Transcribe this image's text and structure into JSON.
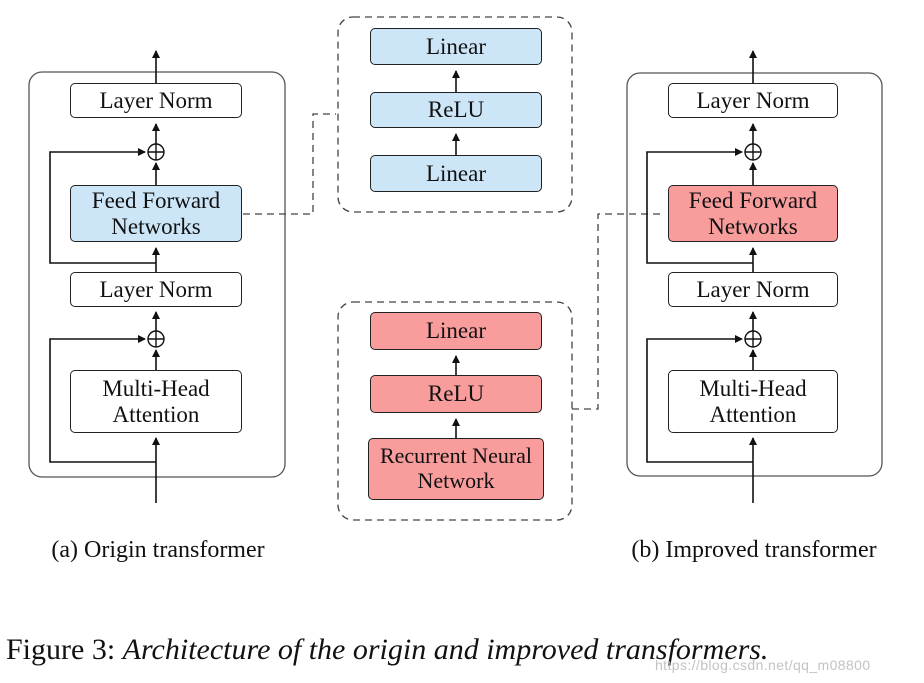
{
  "colors": {
    "ffn_origin_fill": "#cde6f7",
    "ffn_improved_fill": "#f89c9c",
    "box_border": "#222222",
    "line": "#111111",
    "outer_border": "#555555",
    "watermark_gray": "#b9b9b9"
  },
  "transformer_a": {
    "caption": "(a) Origin transformer",
    "layer_norm_top": "Layer Norm",
    "feed_forward": "Feed Forward Networks",
    "layer_norm_bottom": "Layer Norm",
    "attention": "Multi-Head Attention"
  },
  "transformer_b": {
    "caption": "(b) Improved transformer",
    "layer_norm_top": "Layer Norm",
    "feed_forward": "Feed Forward Networks",
    "layer_norm_bottom": "Layer Norm",
    "attention": "Multi-Head Attention"
  },
  "ffn_detail_origin": {
    "top": "Linear",
    "middle": "ReLU",
    "bottom": "Linear"
  },
  "ffn_detail_improved": {
    "top": "Linear",
    "middle": "ReLU",
    "bottom": "Recurrent Neural Network"
  },
  "figure_caption": {
    "prefix": "Figure 3:",
    "text": "Architecture of the origin and improved transformers."
  },
  "watermark": "https://blog.csdn.net/qq_m08800"
}
